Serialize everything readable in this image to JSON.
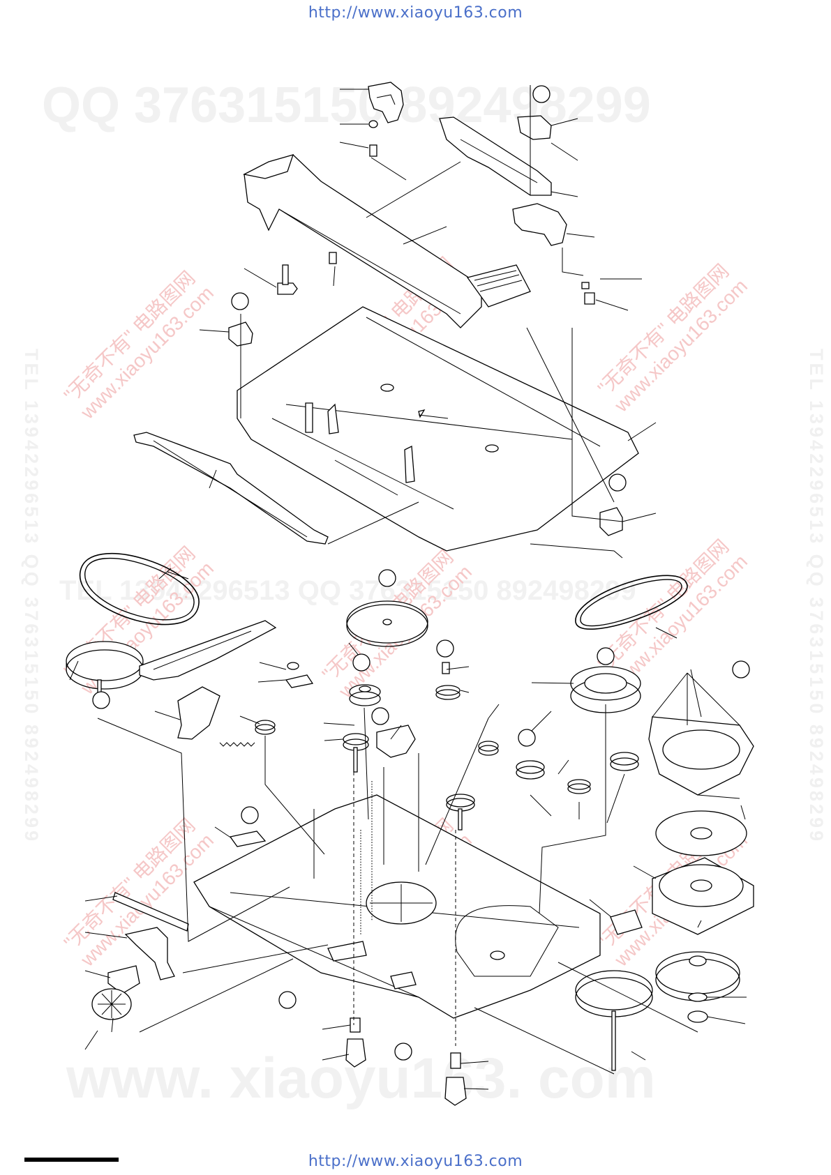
{
  "header": {
    "url": "http://www.xiaoyu163.com"
  },
  "footer": {
    "url": "http://www.xiaoyu163.com"
  },
  "colors": {
    "url_text": "#4a6fc9",
    "diagram_line": "#000000",
    "watermark_red": "#f5c7c7",
    "watermark_gray": "#efefef"
  },
  "watermarks": {
    "qq_top": "QQ 376315150  892498299",
    "tel_mid": "TEL 13942296513    QQ 376315150  892498299",
    "site_bottom": "www. xiaoyu163. com",
    "side_left": "TEL 13942296513  QQ 376315150  892498299",
    "side_right": "TEL 13942296513  QQ 376315150  892498299",
    "diag_cn": "\"无奇不有\" 电路图网",
    "diag_url": "www.xiaoyu163.com"
  }
}
